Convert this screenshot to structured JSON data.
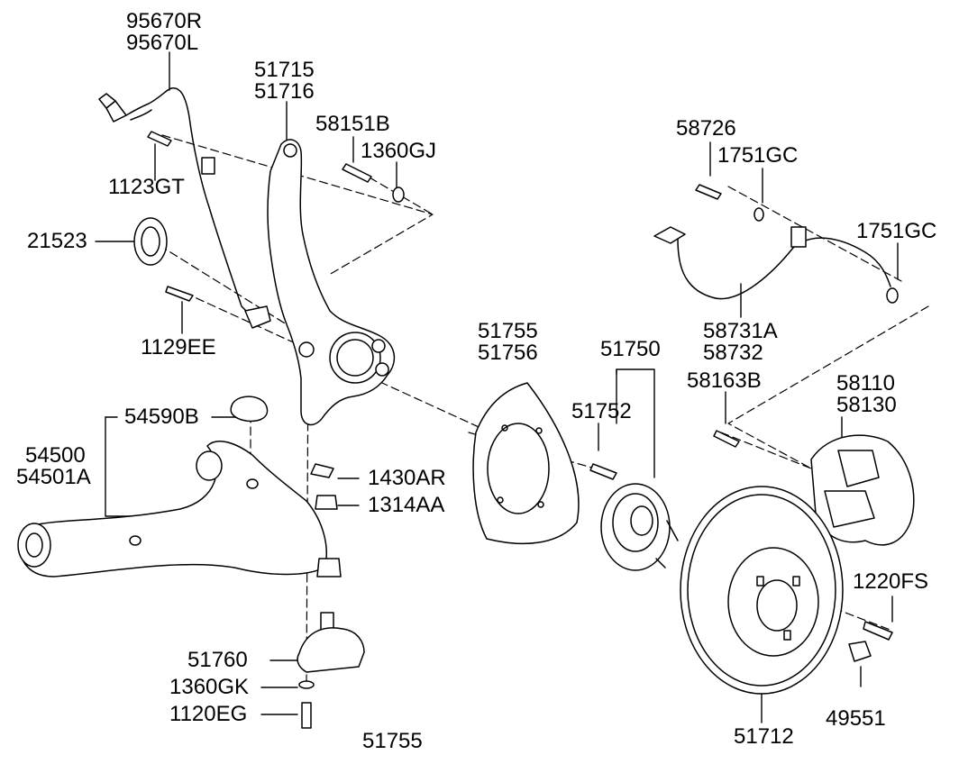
{
  "labels": {
    "p95670R": "95670R",
    "p95670L": "95670L",
    "p51715": "51715",
    "p51716": "51716",
    "p58151B": "58151B",
    "p1360GJ": "1360GJ",
    "p1123GT": "1123GT",
    "p21523": "21523",
    "p1129EE": "1129EE",
    "p54590B": "54590B",
    "p54500": "54500",
    "p54501A": "54501A",
    "p1430AR": "1430AR",
    "p1314AA": "1314AA",
    "p51760": "51760",
    "p1360GK": "1360GK",
    "p1120EG": "1120EG",
    "p51755b": "51755",
    "p51755": "51755",
    "p51756": "51756",
    "p51750": "51750",
    "p51752": "51752",
    "p58726": "58726",
    "p1751GC_a": "1751GC",
    "p1751GC_b": "1751GC",
    "p58731A": "58731A",
    "p58732": "58732",
    "p58163B": "58163B",
    "p58110": "58110",
    "p58130": "58130",
    "p1220FS": "1220FS",
    "p49551": "49551",
    "p51712": "51712"
  },
  "colors": {
    "line": "#000000",
    "part_fill": "#ffffff",
    "background": "#ffffff"
  }
}
